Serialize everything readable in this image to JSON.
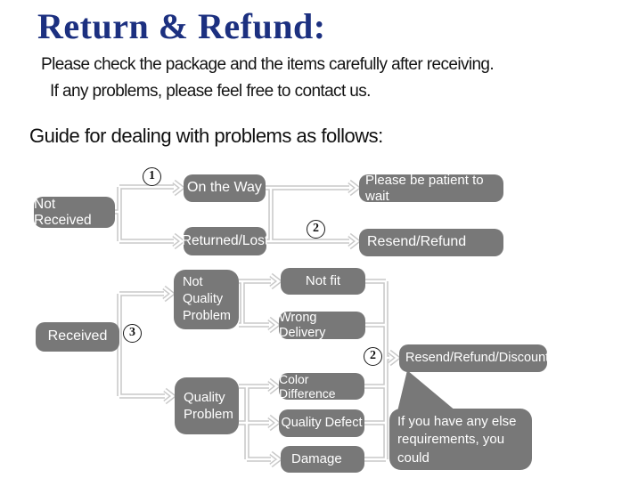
{
  "header": {
    "title": "Return & Refund:",
    "title_color": "#1c3080",
    "note_line1": "Please check the package and the items carefully after receiving.",
    "note_line2": "If any problems, please feel free to contact us.",
    "guide_heading": "Guide for dealing with problems as follows:"
  },
  "flowchart": {
    "node_color": "#787878",
    "node_text_color": "#ffffff",
    "connector_color": "#c9c9c9",
    "nodes": {
      "not_received": "Not Received",
      "on_the_way": "On the Way",
      "please_wait": "Please be patient to wait",
      "returned_lost": "Returned/Lost",
      "resend_refund": "Resend/Refund",
      "received": "Received",
      "not_quality_problem": "Not\nQuality\nProblem",
      "not_fit": "Not fit",
      "wrong_delivery": "Wrong Delivery",
      "quality_problem": "Quality\nProblem",
      "color_difference": "Color Difference",
      "quality_defect": "Quality Defect",
      "damage": "Damage",
      "resend_refund_discount": "Resend/Refund/Discount"
    },
    "markers": {
      "m1": "1",
      "m2_top": "2",
      "m3": "3",
      "m2_bottom": "2"
    },
    "callout": "If you have any else\nrequirements, you could\nalso tell us!"
  }
}
